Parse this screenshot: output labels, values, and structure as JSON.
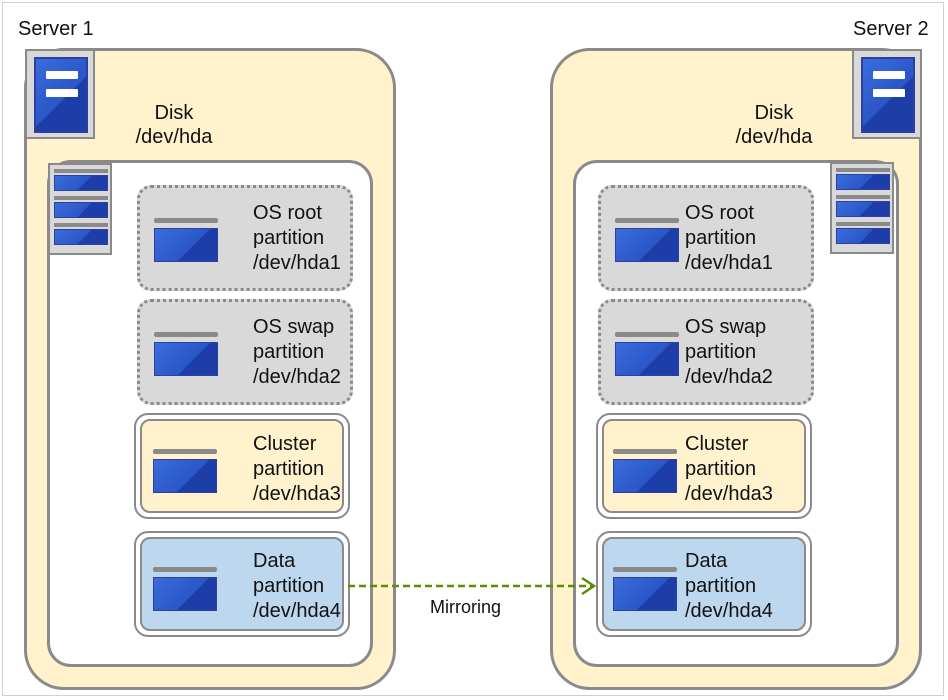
{
  "servers": [
    {
      "label": "Server 1",
      "disk_label_line1": "Disk",
      "disk_label_line2": "/dev/hda",
      "partitions": [
        {
          "line1": "OS root",
          "line2": "partition",
          "line3": "/dev/hda1",
          "style": "dotted",
          "fill": "#d9d9d9"
        },
        {
          "line1": "OS swap",
          "line2": "partition",
          "line3": "/dev/hda2",
          "style": "dotted",
          "fill": "#d9d9d9"
        },
        {
          "line1": "Cluster",
          "line2": "partition",
          "line3": "/dev/hda3",
          "style": "double",
          "fill": "#fff2cc"
        },
        {
          "line1": "Data",
          "line2": "partition",
          "line3": "/dev/hda4",
          "style": "double",
          "fill": "#bdd7ee"
        }
      ]
    },
    {
      "label": "Server 2",
      "disk_label_line1": "Disk",
      "disk_label_line2": "/dev/hda",
      "partitions": [
        {
          "line1": "OS root",
          "line2": "partition",
          "line3": "/dev/hda1",
          "style": "dotted",
          "fill": "#d9d9d9"
        },
        {
          "line1": "OS swap",
          "line2": "partition",
          "line3": "/dev/hda2",
          "style": "dotted",
          "fill": "#d9d9d9"
        },
        {
          "line1": "Cluster",
          "line2": "partition",
          "line3": "/dev/hda3",
          "style": "double",
          "fill": "#fff2cc"
        },
        {
          "line1": "Data",
          "line2": "partition",
          "line3": "/dev/hda4",
          "style": "double",
          "fill": "#bdd7ee"
        }
      ]
    }
  ],
  "mirroring": {
    "label": "Mirroring",
    "color": "#5b8e00"
  },
  "colors": {
    "server_fill": "#fff2cc",
    "border": "#8a8a8a",
    "icon_blue": "#2a56c8"
  },
  "icons": [
    "server-icon",
    "disk-icon",
    "partition-icon"
  ]
}
